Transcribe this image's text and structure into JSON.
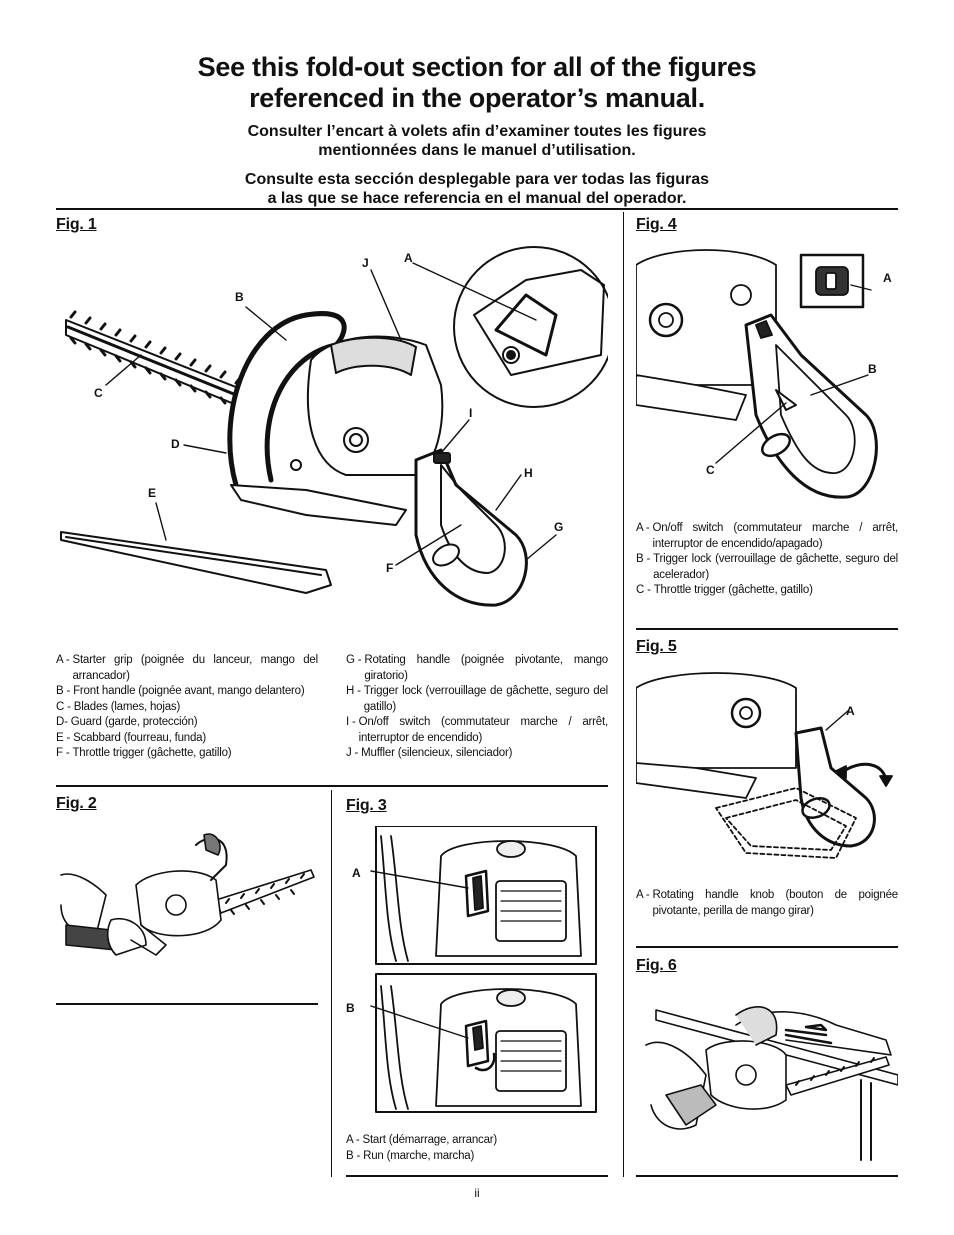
{
  "header": {
    "title_line1": "See this fold-out section for all of the figures",
    "title_line2": "referenced in the operator’s manual.",
    "fr_line1": "Consulter l’encart à volets afin d’examiner toutes les figures",
    "fr_line2": "mentionnées dans le manuel d’utilisation.",
    "es_line1": "Consulte esta sección desplegable para ver todas las figuras",
    "es_line2": "a las que se hace referencia en el manual del operador."
  },
  "fig1": {
    "label": "Fig. 1",
    "callouts": {
      "A": "A",
      "B": "B",
      "C": "C",
      "D": "D",
      "E": "E",
      "F": "F",
      "G": "G",
      "H": "H",
      "I": "I",
      "J": "J"
    },
    "legend_left": [
      {
        "key": "A - ",
        "text": "Starter grip (poignée du lanceur, mango del arrancador)"
      },
      {
        "key": "B - ",
        "text": "Front handle (poignée avant, mango delantero)"
      },
      {
        "key": "C - ",
        "text": "Blades (lames, hojas)"
      },
      {
        "key": "D- ",
        "text": "Guard (garde, protección)"
      },
      {
        "key": "E - ",
        "text": "Scabbard (fourreau, funda)"
      },
      {
        "key": "F - ",
        "text": "Throttle trigger (gâchette, gatillo)"
      }
    ],
    "legend_right": [
      {
        "key": "G - ",
        "text": "Rotating handle (poignée pivotante, mango giratorio)"
      },
      {
        "key": "H - ",
        "text": "Trigger lock (verrouillage de gâchette, seguro del gatillo)"
      },
      {
        "key": "I - ",
        "text": "On/off switch (commutateur marche / arrêt, interruptor de encendido)"
      },
      {
        "key": "J - ",
        "text": "Muffler (silencieux, silenciador)"
      }
    ]
  },
  "fig2": {
    "label": "Fig. 2"
  },
  "fig3": {
    "label": "Fig. 3",
    "callouts": {
      "A": "A",
      "B": "B"
    },
    "legend": [
      {
        "key": "A - ",
        "text": "Start (démarrage, arrancar)"
      },
      {
        "key": "B - ",
        "text": "Run (marche, marcha)"
      }
    ]
  },
  "fig4": {
    "label": "Fig. 4",
    "callouts": {
      "A": "A",
      "B": "B",
      "C": "C"
    },
    "legend": [
      {
        "key": "A - ",
        "text": "On/off switch (commutateur marche / arrêt, interruptor de encendido/apagado)"
      },
      {
        "key": "B - ",
        "text": "Trigger lock (verrouillage de gâchette, seguro del acelerador)"
      },
      {
        "key": "C - ",
        "text": "Throttle trigger (gâchette, gatillo)"
      }
    ]
  },
  "fig5": {
    "label": "Fig. 5",
    "callouts": {
      "A": "A"
    },
    "legend": [
      {
        "key": "A - ",
        "text": "Rotating handle knob (bouton de poignée pivotante, perilla de mango girar)"
      }
    ]
  },
  "fig6": {
    "label": "Fig. 6"
  },
  "page_number": "ii"
}
